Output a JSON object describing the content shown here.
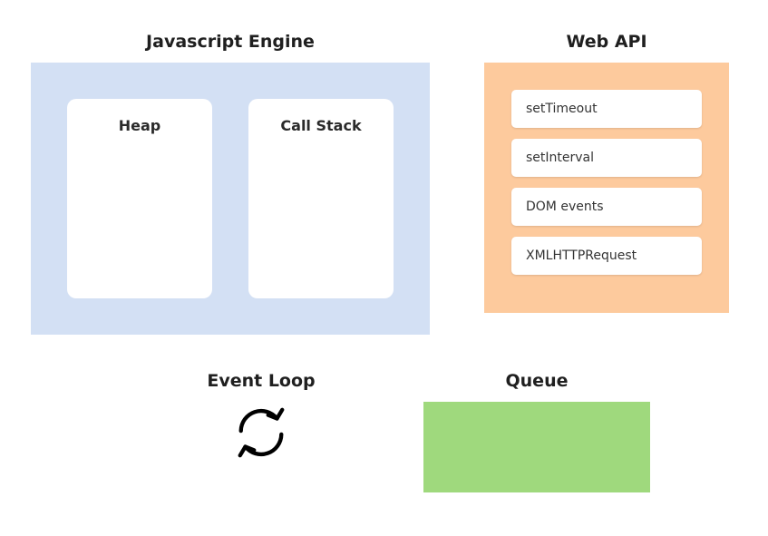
{
  "js_engine": {
    "title": "Javascript Engine",
    "boxes": [
      {
        "label": "Heap"
      },
      {
        "label": "Call Stack"
      }
    ]
  },
  "web_api": {
    "title": "Web API",
    "items": [
      {
        "label": "setTimeout"
      },
      {
        "label": "setInterval"
      },
      {
        "label": "DOM events"
      },
      {
        "label": "XMLHTTPRequest"
      }
    ]
  },
  "event_loop": {
    "title": "Event Loop",
    "icon": "refresh-cycle-icon"
  },
  "queue": {
    "title": "Queue"
  },
  "colors": {
    "js_engine_bg": "#d3e0f4",
    "web_api_bg": "#fdca9d",
    "queue_bg": "#9fd97d"
  }
}
